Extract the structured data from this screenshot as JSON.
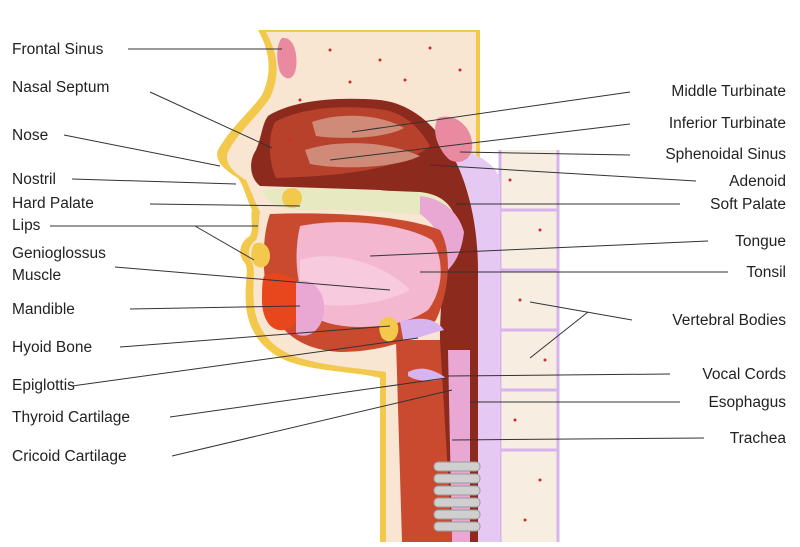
{
  "diagram": {
    "labels_left": [
      "Frontal Sinus",
      "Nasal Septum",
      "Nose",
      "Nostril",
      "Hard Palate",
      "Lips",
      "Genioglossus",
      "Muscle",
      "Mandible",
      "Hyoid Bone",
      "Epiglottis",
      "Thyroid Cartilage",
      "Cricoid Cartilage"
    ],
    "labels_right": [
      "Middle Turbinate",
      "Inferior Turbinate",
      "Sphenoidal Sinus",
      "Adenoid",
      "Soft Palate",
      "Tongue",
      "Tonsil",
      "Vertebral Bodies",
      "Vocal Cords",
      "Esophagus",
      "Trachea"
    ],
    "colors": {
      "skin_outline": "#f2c94c",
      "skin_fill": "#f8e6d3",
      "bone": "#f6e7d5",
      "cavity": "#8c2a1d",
      "muscle": "#c94a2e",
      "tongue": "#f3b8cf",
      "mucosa": "#e9a7d4",
      "spine_line": "#d7b4ee",
      "dot": "#cc2b2b"
    }
  }
}
